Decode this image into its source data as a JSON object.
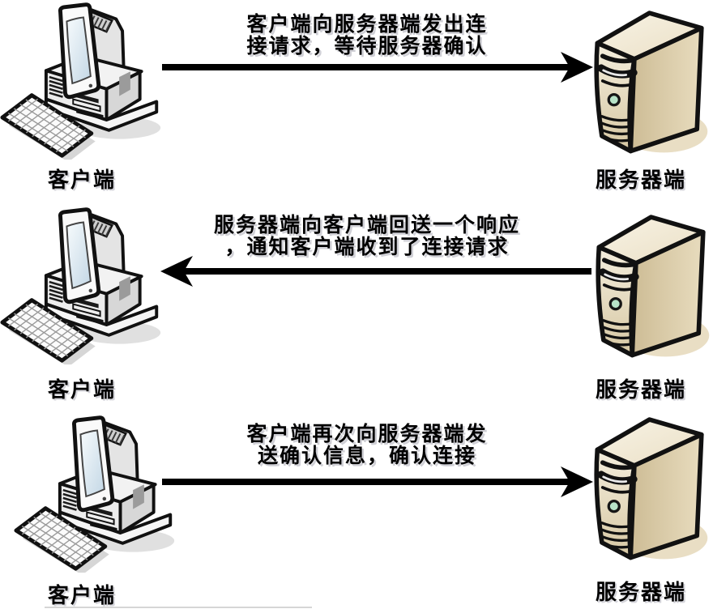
{
  "nodes": {
    "client_label": "客户端",
    "server_label": "服务器端",
    "client_icon": "desktop-computer-icon",
    "server_icon": "server-tower-icon"
  },
  "steps": [
    {
      "direction": "right",
      "text_line1": "客户端向服务器端发出连",
      "text_line2": "接请求，等待服务器确认"
    },
    {
      "direction": "left",
      "text_line1": "服务器端向客户端回送一个响应",
      "text_line2": "，通知客户端收到了连接请求"
    },
    {
      "direction": "right",
      "text_line1": "客户端再次向服务器端发",
      "text_line2": "送确认信息，确认连接"
    }
  ],
  "colors": {
    "background": "#ffffff",
    "arrow": "#000000",
    "text": "#000000",
    "server_front": "#ece2c8",
    "server_side": "#d6c7a3",
    "server_top": "#f4efdf",
    "server_shadow": "#e9dec4",
    "power_led": "#b7e3c8",
    "monitor_screen": "#cfe0ec",
    "pc_body": "#f2f2f2",
    "pc_shadow": "#d6d6d6"
  }
}
